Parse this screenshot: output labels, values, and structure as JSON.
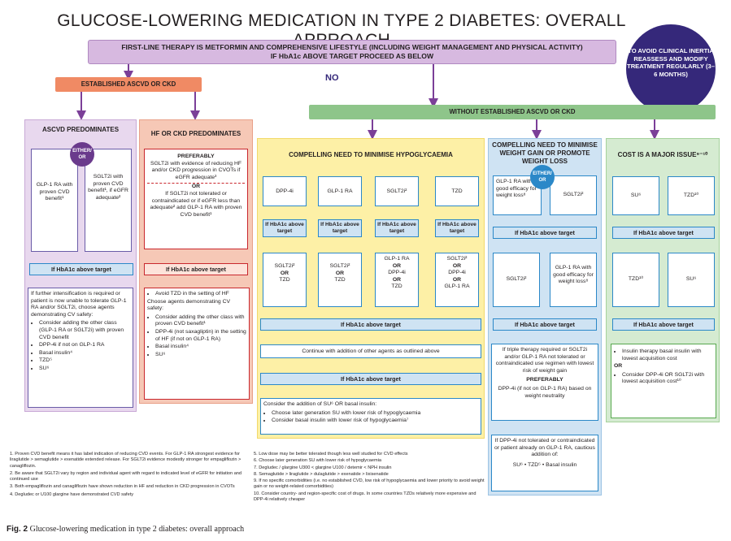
{
  "title": "GLUCOSE-LOWERING MEDICATION IN TYPE 2 DIABETES: OVERALL APPROACH",
  "first_line": {
    "line1": "FIRST-LINE THERAPY IS METFORMIN AND COMPREHENSIVE LIFESTYLE (INCLUDING WEIGHT MANAGEMENT AND PHYSICAL ACTIVITY)",
    "line2": "IF HbA1c ABOVE TARGET PROCEED AS BELOW"
  },
  "circle": "TO AVOID CLINICAL INERTIA REASSESS AND MODIFY TREATMENT REGULARLY (3–6 MONTHS)",
  "no_label": "NO",
  "established": "ESTABLISHED ASCVD OR CKD",
  "without": "WITHOUT ESTABLISHED ASCVD OR CKD",
  "either_or": "EITHER/ OR",
  "if_above": "If HbA1c above target",
  "ascvd": {
    "title": "ASCVD PREDOMINATES",
    "glp1": "GLP-1 RA with proven CVD benefit¹",
    "sglt2": "SGLT2i with proven CVD benefit¹, if eGFR adequate²",
    "further": "If further intensification is required or patient is now unable to tolerate GLP-1 RA and/or SGLT2i, choose agents demonstrating CV safety:",
    "items": [
      "Consider adding the other class (GLP-1 RA or SGLT2i) with proven CVD benefit",
      "DPP-4i if not on GLP-1 RA",
      "Basal insulin⁴",
      "TZD⁵",
      "SU⁶"
    ]
  },
  "hf": {
    "title": "HF OR CKD PREDOMINATES",
    "preferably": "PREFERABLY",
    "pref_text": "SGLT2i with evidence of reducing HF and/or CKD progression in CVOTs if eGFR adequate³",
    "or": "OR",
    "alt_text": "If SGLT2i not tolerated or contraindicated or if eGFR less than adequate² add GLP-1 RA with proven CVD benefit¹",
    "avoid": "Avoid TZD in the setting of HF",
    "choose": "Choose agents demonstrating CV safety:",
    "items": [
      "Consider adding the other class with proven CVD benefit¹",
      "DPP-4i (not saxagliptin) in the setting of HF (if not on GLP-1 RA)",
      "Basal insulin⁴",
      "SU⁶"
    ]
  },
  "hypo": {
    "title": "COMPELLING NEED TO MINIMISE HYPOGLYCAEMIA",
    "first": [
      "DPP-4i",
      "GLP-1 RA",
      "SGLT2i²",
      "TZD"
    ],
    "second": [
      [
        "SGLT2i²",
        "OR",
        "TZD"
      ],
      [
        "SGLT2i²",
        "OR",
        "TZD"
      ],
      [
        "GLP-1 RA",
        "OR",
        "DPP-4i",
        "OR",
        "TZD"
      ],
      [
        "SGLT2i²",
        "OR",
        "DPP-4i",
        "OR",
        "GLP-1 RA"
      ]
    ],
    "continue": "Continue with addition of other agents as outlined above",
    "consider": "Consider the addition of SU⁶ OR basal insulin:",
    "items": [
      "Choose later generation SU with lower risk of hypoglycaemia",
      "Consider basal insulin with lower risk of hypoglycaemia⁷"
    ]
  },
  "weight": {
    "title": "COMPELLING NEED TO MINIMISE WEIGHT GAIN OR PROMOTE WEIGHT LOSS",
    "glp1": "GLP-1 RA with good efficacy for weight loss⁸",
    "sglt2": "SGLT2i²",
    "second_left": "SGLT2i²",
    "second_right": "GLP-1 RA with good efficacy for weight loss⁸",
    "triple": "If triple therapy required or SGLT2i and/or GLP-1 RA not tolerated or contraindicated use regimen with lowest risk of weight gain",
    "preferably": "PREFERABLY",
    "dpp4": "DPP-4i (if not on GLP-1 RA) based on weight neutrality",
    "dpp4_not": "If DPP-4i not tolerated or contraindicated or patient already on GLP-1 RA, cautious addition of:",
    "options": "SU⁶ • TZD⁵ • Basal insulin"
  },
  "cost": {
    "title": "COST IS A MAJOR ISSUE⁹⁻¹⁰",
    "first": [
      "SU⁶",
      "TZD¹⁰"
    ],
    "second": [
      "TZD¹⁰",
      "SU⁶"
    ],
    "insulin": "Insulin therapy basal insulin with lowest acquisition cost",
    "or": "OR",
    "dpp4": "Consider DPP-4i OR SGLT2i with lowest acquisition cost¹⁰"
  },
  "footnotes_left": [
    "1.  Proven CVD benefit means it has label indication of reducing CVD events. For GLP-1 RA strongest evidence for liraglutide > semaglutide > exenatide extended release. For SGLT2i evidence modestly stronger for empagliflozin > canagliflozin.",
    "2.  Be aware that SGLT2i vary by region and individual agent with regard to indicated level of eGFR for initiation and continued use",
    "3.  Both empagliflozin and canagliflozin have shown reduction in HF and reduction in CKD progression in CVOTs",
    "4.  Degludec or U100 glargine have demonstrated CVD safety"
  ],
  "footnotes_right": [
    "5.  Low dose may be better tolerated though less well studied for CVD effects",
    "6.  Choose later generation SU with lower risk of hypoglycaemia",
    "7.  Degludec / glargine U300 < glargine U100 / detemir < NPH insulin",
    "8.  Semaglutide > liraglutide > dulaglutide > exenatide > lixisenatide",
    "9.  If no specific comorbidities (i.e. no established CVD, low risk of hypoglycaemia and lower priority to avoid weight gain or no weight-related comorbidities)",
    "10. Consider country- and region-specific cost of drugs. In some countries TZDs relatively more expensive and DPP-4i relatively cheaper"
  ],
  "caption": {
    "label": "Fig. 2",
    "text": "Glucose-lowering medication in type 2 diabetes: overall approach"
  },
  "colors": {
    "purple_panel": "#e8d8ee",
    "pink_panel": "#f6c8b6",
    "yellow_panel": "#fdf0a6",
    "blue_panel": "#cfe3f3",
    "green_panel": "#d5ebd1",
    "arrow_purple": "#7b3f98",
    "arrow_blue": "#2b88c8",
    "circle": "#35287a"
  }
}
